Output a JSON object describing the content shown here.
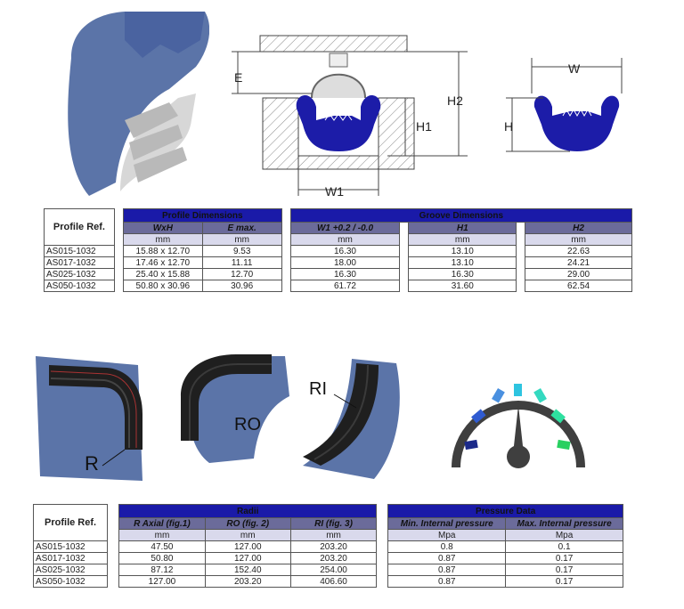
{
  "diagram1": {
    "labels": {
      "E": "E",
      "H1": "H1",
      "H2": "H2",
      "W1": "W1"
    }
  },
  "diagram2": {
    "labels": {
      "W": "W",
      "H": "H"
    }
  },
  "figure_labels": {
    "R": "R",
    "RO": "RO",
    "RI": "RI"
  },
  "table1": {
    "profile_ref_header": "Profile Ref.",
    "profile_dimensions_header": "Profile Dimensions",
    "groove_dimensions_header": "Groove Dimensions",
    "columns": [
      {
        "name": "WxH",
        "unit": "mm"
      },
      {
        "name": "E max.",
        "unit": "mm"
      },
      {
        "name": "W1 +0.2 / -0.0",
        "unit": "mm"
      },
      {
        "name": "H1",
        "unit": "mm"
      },
      {
        "name": "H2",
        "unit": "mm"
      }
    ],
    "rows": [
      {
        "ref": "AS015-1032",
        "values": [
          "15.88 x 12.70",
          "9.53",
          "16.30",
          "13.10",
          "22.63"
        ]
      },
      {
        "ref": "AS017-1032",
        "values": [
          "17.46 x 12.70",
          "11.11",
          "18.00",
          "13.10",
          "24.21"
        ]
      },
      {
        "ref": "AS025-1032",
        "values": [
          "25.40 x 15.88",
          "12.70",
          "16.30",
          "16.30",
          "29.00"
        ]
      },
      {
        "ref": "AS050-1032",
        "values": [
          "50.80 x 30.96",
          "30.96",
          "61.72",
          "31.60",
          "62.54"
        ]
      }
    ]
  },
  "table2": {
    "profile_ref_header": "Profile Ref.",
    "radii_header": "Radii",
    "pressure_header": "Pressure Data",
    "columns": [
      {
        "name": "R Axial (fig.1)",
        "unit": "mm"
      },
      {
        "name": "RO (fig. 2)",
        "unit": "mm"
      },
      {
        "name": "RI (fig. 3)",
        "unit": "mm"
      },
      {
        "name": "Min. Internal pressure",
        "unit": "Mpa"
      },
      {
        "name": "Max. Internal pressure",
        "unit": "Mpa"
      }
    ],
    "rows": [
      {
        "ref": "AS015-1032",
        "values": [
          "47.50",
          "127.00",
          "203.20",
          "0.8",
          "0.1"
        ]
      },
      {
        "ref": "AS017-1032",
        "values": [
          "50.80",
          "127.00",
          "203.20",
          "0.87",
          "0.17"
        ]
      },
      {
        "ref": "AS025-1032",
        "values": [
          "87.12",
          "152.40",
          "254.00",
          "0.87",
          "0.17"
        ]
      },
      {
        "ref": "AS050-1032",
        "values": [
          "127.00",
          "203.20",
          "406.60",
          "0.87",
          "0.17"
        ]
      }
    ]
  },
  "colors": {
    "seal_blue": "#1c1ca8",
    "header_blue": "#1a1aa8",
    "slate": "#5b74a8",
    "rubber": "#222222"
  }
}
